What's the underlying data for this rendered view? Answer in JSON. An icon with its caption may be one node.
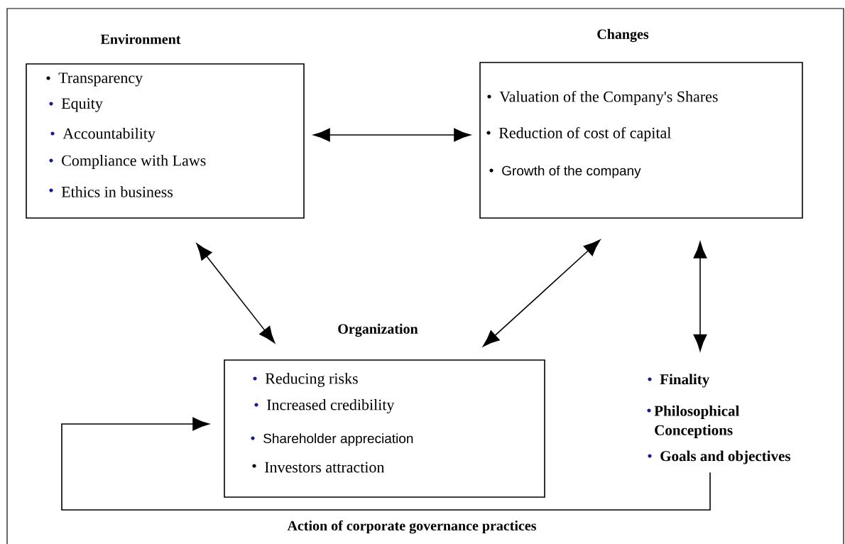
{
  "diagram": {
    "nodes": [
      {
        "text": [
          "Environment",
          "Transparency",
          "Equity",
          "Accountability",
          "Compliance with Laws",
          "Ethics in business"
        ]
      },
      {
        "text": [
          "Changes",
          "Valuation of the Company's Shares",
          "Reduction of cost of capital",
          "Growth of the company"
        ]
      },
      {
        "text": [
          "Organization",
          "Reducing risks",
          "Increased credibility",
          "Shareholder appreciation",
          "Investors attraction"
        ]
      },
      {
        "text": [
          "Finality",
          "Philosophical Conceptions",
          "Goals and objectives"
        ]
      }
    ],
    "edges": [
      {
        "from": 0,
        "to": 1,
        "arrow": "both"
      },
      {
        "from": 0,
        "to": 2,
        "arrow": "both"
      },
      {
        "from": 1,
        "to": 2,
        "arrow": "both"
      },
      {
        "from": 1,
        "to": 3,
        "arrow": "both"
      },
      {
        "from": 3,
        "to": 2,
        "arrow": "to",
        "label": "Action of corporate governance practices"
      }
    ]
  }
}
